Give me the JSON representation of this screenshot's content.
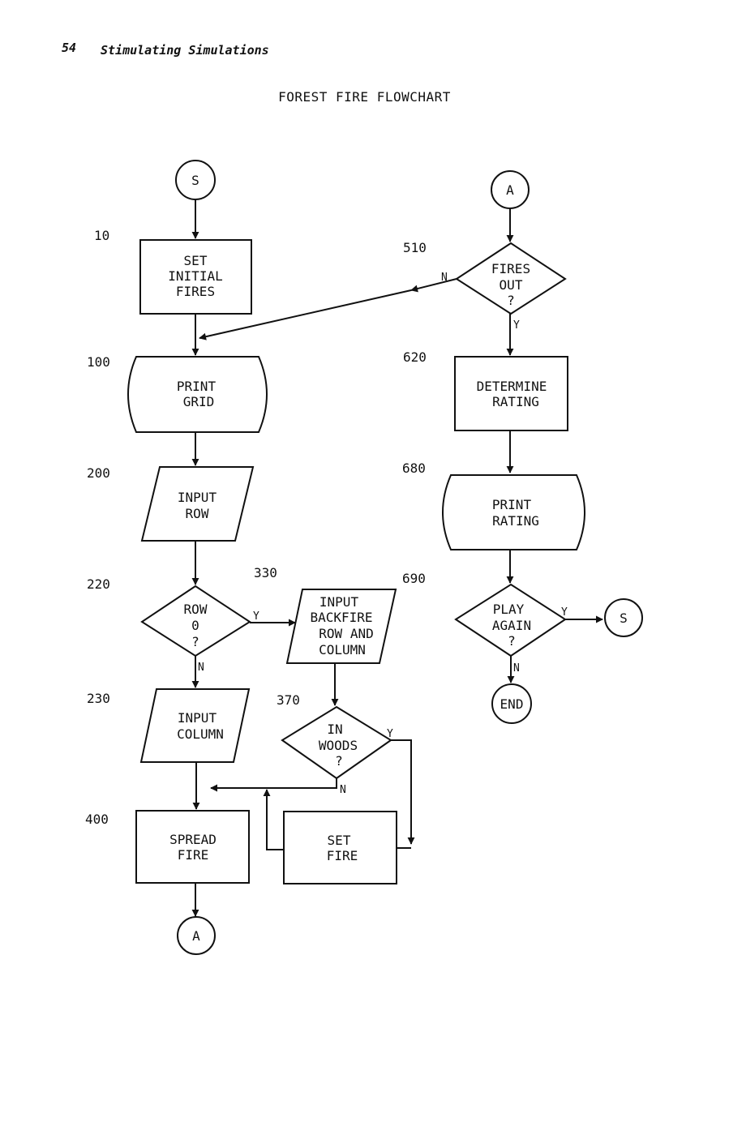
{
  "page": {
    "number": "54",
    "running_title": "Stimulating Simulations",
    "title": "FOREST FIRE FLOWCHART"
  },
  "line_numbers": {
    "n10": "10",
    "n100": "100",
    "n200": "200",
    "n220": "220",
    "n230": "230",
    "n330": "330",
    "n370": "370",
    "n400": "400",
    "n510": "510",
    "n620": "620",
    "n680": "680",
    "n690": "690"
  },
  "connectors": {
    "start": "S",
    "a_bottom": "A",
    "a_top": "A",
    "s_right": "S",
    "end": "END"
  },
  "boxes": {
    "set_initial_fires": [
      "SET",
      "INITIAL",
      "FIRES"
    ],
    "print_grid": [
      "PRINT",
      "GRID"
    ],
    "input_row": [
      "INPUT",
      "ROW"
    ],
    "row_zero": [
      "ROW",
      "0",
      "?"
    ],
    "input_column": [
      "INPUT",
      "COLUMN"
    ],
    "spread_fire": [
      "SPREAD",
      "FIRE"
    ],
    "input_backfire": [
      "INPUT",
      "BACKFIRE",
      "ROW AND",
      "COLUMN"
    ],
    "in_woods": [
      "IN",
      "WOODS",
      "?"
    ],
    "set_fire": [
      "SET",
      "FIRE"
    ],
    "fires_out": [
      "FIRES",
      "OUT",
      "?"
    ],
    "determine_rating": [
      "DETERMINE",
      "RATING"
    ],
    "print_rating": [
      "PRINT",
      "RATING"
    ],
    "play_again": [
      "PLAY",
      "AGAIN",
      "?"
    ]
  },
  "branch_labels": {
    "row_zero_yes": "Y",
    "row_zero_no": "N",
    "in_woods_yes": "Y",
    "in_woods_no": "N",
    "fires_out_no": "N",
    "fires_out_yes": "Y",
    "play_again_yes": "Y",
    "play_again_no": "N"
  }
}
